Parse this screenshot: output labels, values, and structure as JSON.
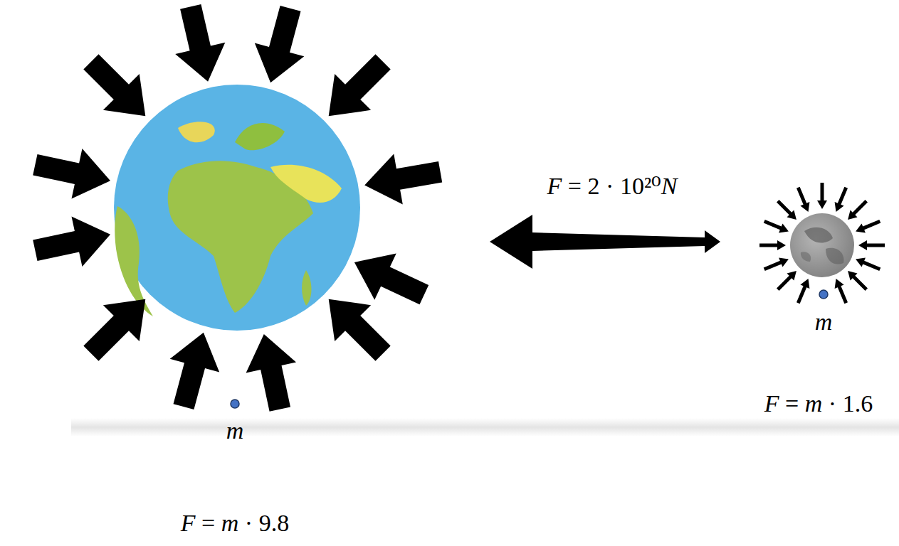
{
  "diagram": {
    "labels": [
      "F = 2 · 10²⁰N",
      "m",
      "F = m · 1.6",
      "m",
      "F = m · 9.8"
    ]
  }
}
